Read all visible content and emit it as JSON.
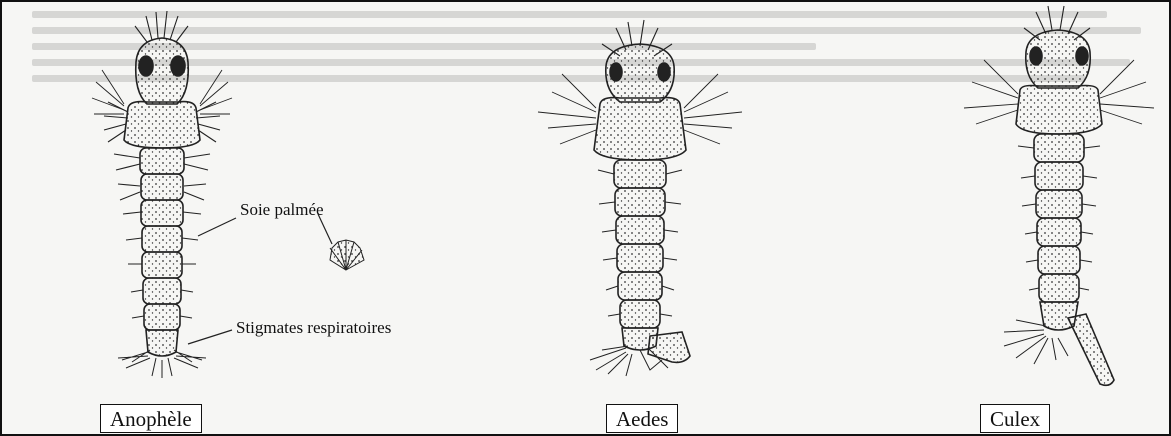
{
  "larvae": [
    {
      "id": "anophele",
      "name": "Anophèle"
    },
    {
      "id": "aedes",
      "name": "Aedes"
    },
    {
      "id": "culex",
      "name": "Culex"
    }
  ],
  "annotations": {
    "soie_palmee": "Soie palmée",
    "stigmates": "Stigmates respiratoires"
  },
  "colors": {
    "ink": "#222222",
    "paper": "#f6f6f4",
    "box": "#ffffff"
  }
}
